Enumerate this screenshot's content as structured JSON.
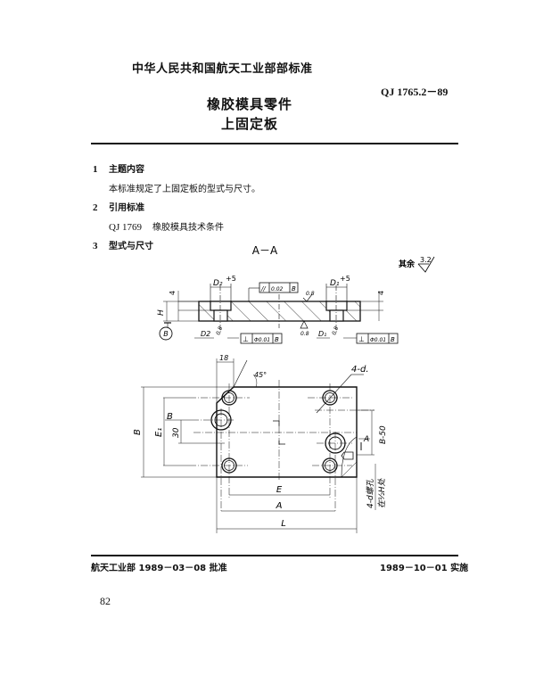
{
  "header": {
    "organization": "中华人民共和国航天工业部部标准",
    "standard_number": "QJ 1765.2－89",
    "title_line1": "橡胶模具零件",
    "title_line2": "上固定板"
  },
  "sections": [
    {
      "number": "1",
      "heading": "主题内容",
      "body": "本标准规定了上固定板的型式与尺寸。"
    },
    {
      "number": "2",
      "heading": "引用标准",
      "ref_code": "QJ 1769",
      "ref_title": "橡胶模具技术条件"
    },
    {
      "number": "3",
      "heading": "型式与尺寸"
    }
  ],
  "drawing": {
    "section_view_label": "A－A",
    "roughness_note_prefix": "其余",
    "roughness_note_value": "3.2",
    "section_view": {
      "counterbore_left_label": "D₂",
      "counterbore_left_tol": "+5",
      "counterbore_right_label": "D₁",
      "counterbore_right_tol": "+5",
      "depth_label": "4",
      "height_label": "H",
      "datum_label": "B",
      "hole_left_label": "D2",
      "hole_right_label": "D₁",
      "hole_roughness": "0.8",
      "face_roughness_top": "0.8",
      "face_roughness_bottom": "0.8",
      "parallelism_frame": {
        "symbol": "//",
        "value": "0.02",
        "datum": "B"
      },
      "perp_left_frame": {
        "symbol": "⊥",
        "value": "Φ0.01",
        "datum": "B"
      },
      "perp_right_frame": {
        "symbol": "⊥",
        "value": "Φ0.01",
        "datum": "B"
      }
    },
    "plan_view": {
      "chamfer_label": "18",
      "angle_label": "45°",
      "holes_label": "4-d.",
      "width_label": "B",
      "e1_label": "E₁",
      "b_label": "B",
      "dim_30": "30",
      "section_marker": "A",
      "dim_b_minus_50": "B-50",
      "thread_note_line1": "4-d螺孔",
      "thread_note_line2": "在½H处",
      "dim_e": "E",
      "dim_a": "A",
      "dim_l": "L"
    }
  },
  "footer": {
    "approval": "航天工业部 1989－03－08 批准",
    "implementation": "1989－10－01 实施",
    "page_number": "82"
  }
}
